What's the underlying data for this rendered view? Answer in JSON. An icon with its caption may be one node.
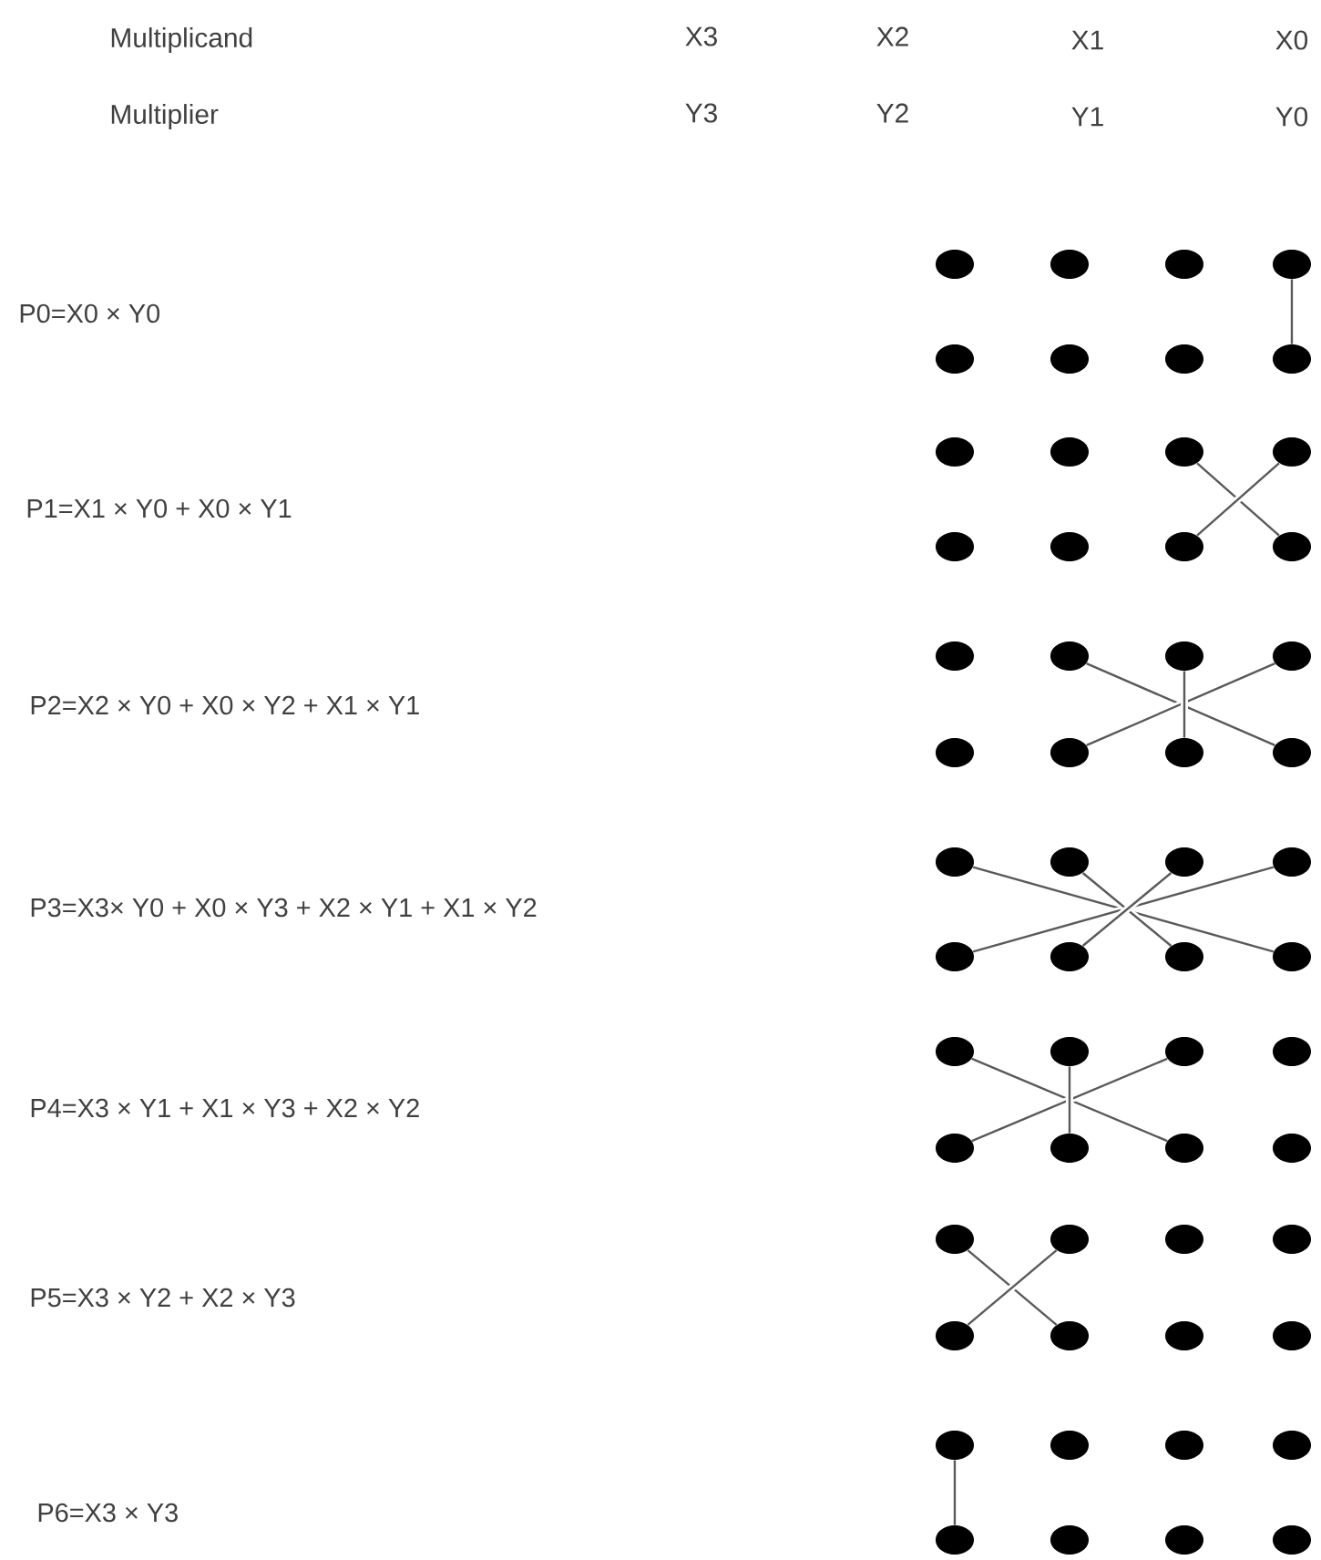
{
  "diagram": {
    "nodes": [
      {
        "text": [],
        "shape": "circle"
      },
      {
        "text": [],
        "shape": "circle"
      },
      {
        "text": [],
        "shape": "circle"
      },
      {
        "text": [],
        "shape": "circle"
      },
      {
        "text": [],
        "shape": "circle"
      },
      {
        "text": [],
        "shape": "circle"
      },
      {
        "text": [],
        "shape": "circle"
      },
      {
        "text": [],
        "shape": "circle"
      },
      {
        "text": [],
        "shape": "circle"
      },
      {
        "text": [],
        "shape": "circle"
      },
      {
        "text": [],
        "shape": "circle"
      },
      {
        "text": [],
        "shape": "circle"
      },
      {
        "text": [],
        "shape": "circle"
      },
      {
        "text": [],
        "shape": "circle"
      },
      {
        "text": [],
        "shape": "circle"
      },
      {
        "text": [],
        "shape": "circle"
      },
      {
        "text": [],
        "shape": "circle"
      },
      {
        "text": [],
        "shape": "circle"
      },
      {
        "text": [],
        "shape": "circle"
      },
      {
        "text": [],
        "shape": "circle"
      },
      {
        "text": [],
        "shape": "circle"
      },
      {
        "text": [],
        "shape": "circle"
      },
      {
        "text": [],
        "shape": "circle"
      },
      {
        "text": [],
        "shape": "circle"
      },
      {
        "text": [],
        "shape": "circle"
      },
      {
        "text": [],
        "shape": "circle"
      },
      {
        "text": [],
        "shape": "circle"
      },
      {
        "text": [],
        "shape": "circle"
      },
      {
        "text": [],
        "shape": "circle"
      },
      {
        "text": [],
        "shape": "circle"
      },
      {
        "text": [],
        "shape": "circle"
      },
      {
        "text": [],
        "shape": "circle"
      },
      {
        "text": [],
        "shape": "circle"
      },
      {
        "text": [],
        "shape": "circle"
      },
      {
        "text": [],
        "shape": "circle"
      },
      {
        "text": [],
        "shape": "circle"
      },
      {
        "text": [],
        "shape": "circle"
      },
      {
        "text": [],
        "shape": "circle"
      },
      {
        "text": [],
        "shape": "circle"
      },
      {
        "text": [],
        "shape": "circle"
      },
      {
        "text": [],
        "shape": "circle"
      },
      {
        "text": [],
        "shape": "circle"
      },
      {
        "text": [],
        "shape": "circle"
      },
      {
        "text": [],
        "shape": "circle"
      },
      {
        "text": [],
        "shape": "circle"
      },
      {
        "text": [],
        "shape": "circle"
      },
      {
        "text": [],
        "shape": "circle"
      },
      {
        "text": [],
        "shape": "circle"
      },
      {
        "text": [],
        "shape": "circle"
      },
      {
        "text": [],
        "shape": "circle"
      },
      {
        "text": [],
        "shape": "circle"
      },
      {
        "text": [],
        "shape": "circle"
      },
      {
        "text": [],
        "shape": "circle"
      },
      {
        "text": [],
        "shape": "circle"
      },
      {
        "text": [],
        "shape": "circle"
      },
      {
        "text": [],
        "shape": "circle"
      }
    ],
    "edges": [
      {
        "from": 3,
        "to": 7,
        "arrow": "none"
      },
      {
        "from": 10,
        "to": 15,
        "arrow": "none"
      },
      {
        "from": 11,
        "to": 14,
        "arrow": "none"
      },
      {
        "from": 17,
        "to": 23,
        "arrow": "none"
      },
      {
        "from": 19,
        "to": 21,
        "arrow": "none"
      },
      {
        "from": 18,
        "to": 22,
        "arrow": "none"
      },
      {
        "from": 24,
        "to": 31,
        "arrow": "none"
      },
      {
        "from": 27,
        "to": 28,
        "arrow": "none"
      },
      {
        "from": 25,
        "to": 30,
        "arrow": "none"
      },
      {
        "from": 26,
        "to": 29,
        "arrow": "none"
      },
      {
        "from": 32,
        "to": 38,
        "arrow": "none"
      },
      {
        "from": 34,
        "to": 36,
        "arrow": "none"
      },
      {
        "from": 33,
        "to": 37,
        "arrow": "none"
      },
      {
        "from": 40,
        "to": 45,
        "arrow": "none"
      },
      {
        "from": 41,
        "to": 44,
        "arrow": "none"
      },
      {
        "from": 48,
        "to": 52,
        "arrow": "none"
      }
    ],
    "labels": [
      "Multiplicand",
      "X3",
      "X2",
      "X1",
      "X0",
      "Multiplier",
      "Y3",
      "Y2",
      "Y1",
      "Y0",
      "P0=X0 × Y0",
      "P1=X1 × Y0 + X0 × Y1",
      "P2=X2 × Y0 + X0 × Y2 + X1 × Y1",
      "P3=X3× Y0 + X0 × Y3 + X2 × Y1 + X1 × Y2",
      "P4=X3 × Y1 + X1 × Y3 + X2 × Y2",
      "P5=X3 × Y2 + X2 × Y3",
      "P6=X3 × Y3"
    ]
  }
}
